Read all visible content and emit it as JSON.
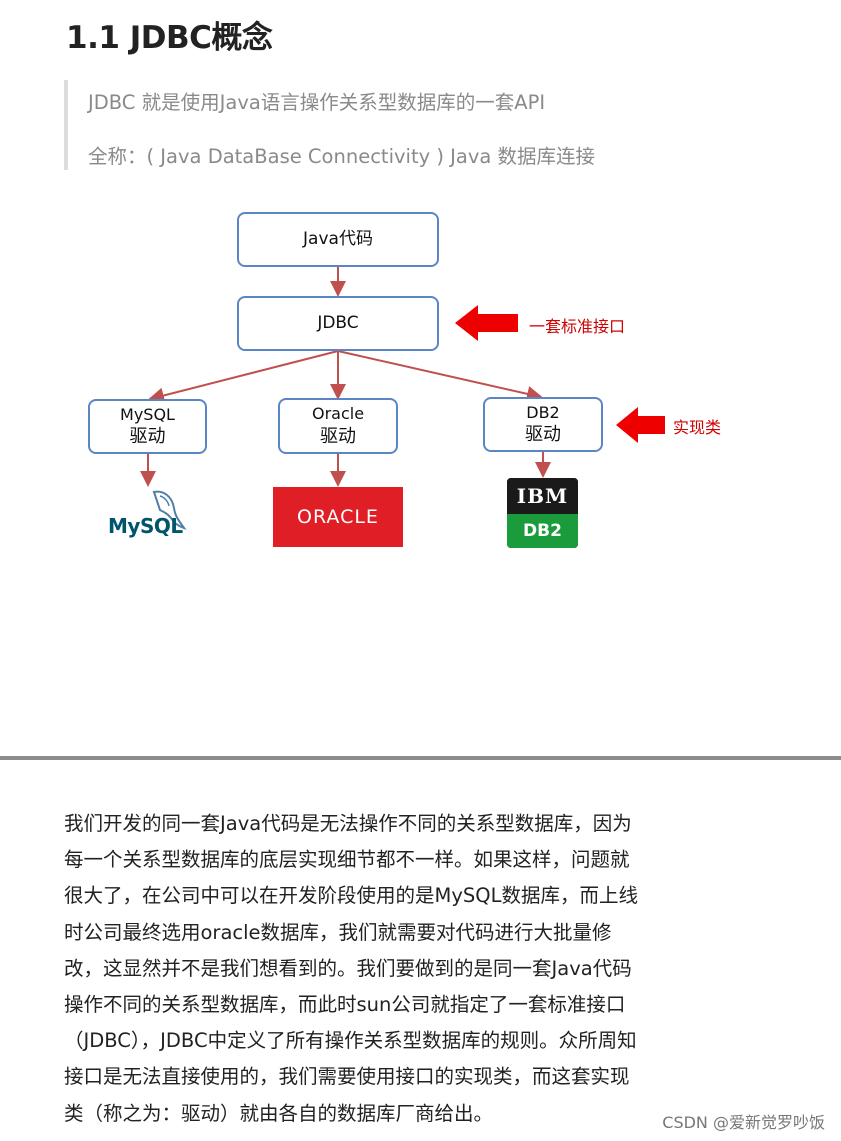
{
  "heading": "1.1 JDBC概念",
  "quote": {
    "line1": "JDBC   就是使用Java语言操作关系型数据库的一套API",
    "line2": "全称：( Java DataBase Connectivity ) Java 数据库连接"
  },
  "diagram": {
    "java_code": "Java代码",
    "jdbc": "JDBC",
    "interface_note": "一套标准接口",
    "impl_note": "实现类",
    "drivers": [
      {
        "name": "MySQL",
        "label": "驱动"
      },
      {
        "name": "Oracle",
        "label": "驱动"
      },
      {
        "name": "DB2",
        "label": "驱动"
      }
    ],
    "logos": {
      "mysql": "MySQL",
      "oracle": "ORACLE",
      "ibm": "IBM",
      "db2": "DB2"
    },
    "colors": {
      "box_border": "#5b86c5",
      "arrow": "#c0504d",
      "callout": "#e60000"
    }
  },
  "paragraph": [
    "我们开发的同一套Java代码是无法操作不同的关系型数据库，因为",
    "每一个关系型数据库的底层实现细节都不一样。如果这样，问题就",
    "很大了，在公司中可以在开发阶段使用的是MySQL数据库，而上线",
    "时公司最终选用oracle数据库，我们就需要对代码进行大批量修",
    "改，这显然并不是我们想看到的。我们要做到的是同一套Java代码",
    "操作不同的关系型数据库，而此时sun公司就指定了一套标准接口",
    "（JDBC），JDBC中定义了所有操作关系型数据库的规则。众所周知",
    "接口是无法直接使用的，我们需要使用接口的实现类，而这套实现",
    "类（称之为：驱动）就由各自的数据库厂商给出。"
  ],
  "watermark": "CSDN @爱新觉罗吵饭"
}
